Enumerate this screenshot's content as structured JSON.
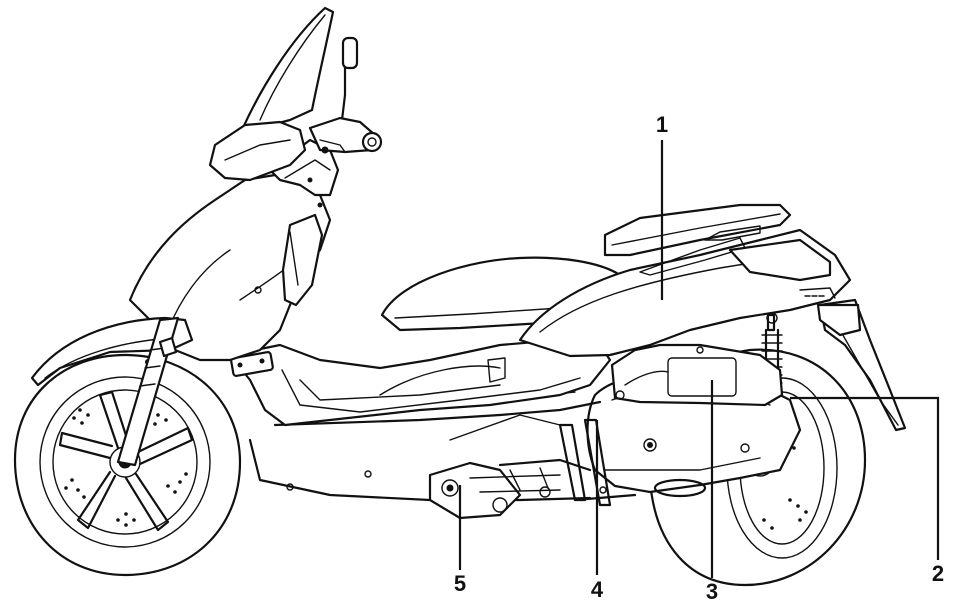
{
  "figure": {
    "subject": "scooter-side-view",
    "callouts": [
      {
        "id": "1",
        "label": "1"
      },
      {
        "id": "2",
        "label": "2"
      },
      {
        "id": "3",
        "label": "3"
      },
      {
        "id": "4",
        "label": "4"
      },
      {
        "id": "5",
        "label": "5"
      }
    ]
  }
}
